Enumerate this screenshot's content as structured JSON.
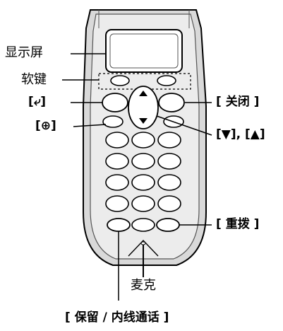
{
  "labels": {
    "display": "显示屏",
    "soft_keys": "软键",
    "talk_key": "[⤶]",
    "speaker_key": "[⊕]",
    "off_key": "[ 关闭 ]",
    "nav_keys": "[▼], [▲]",
    "redial": "[ 重拨 ]",
    "microphone": "麦克",
    "hold_intercom": "[ 保留 / 内线通话 ]"
  },
  "colors": {
    "body_outline": "#000000",
    "body_fill": "#d9d9d9",
    "inner_fill": "#ededed",
    "key_fill": "#ffffff"
  }
}
